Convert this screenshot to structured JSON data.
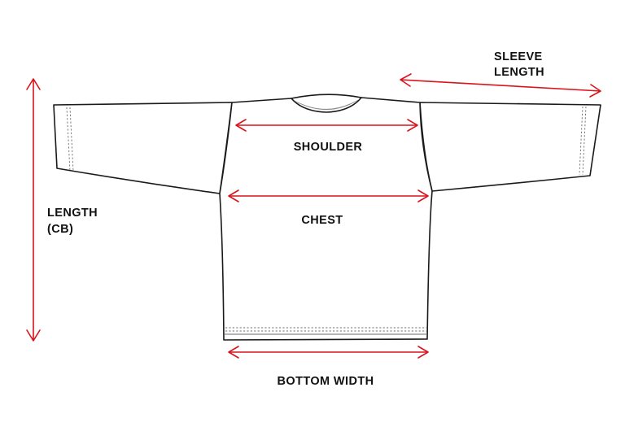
{
  "labels": {
    "sleeve_length_line1": "SLEEVE",
    "sleeve_length_line2": "LENGTH",
    "shoulder": "SHOULDER",
    "chest": "CHEST",
    "length_line1": "LENGTH",
    "length_line2": "(CB)",
    "bottom_width": "BOTTOM WIDTH"
  },
  "colors": {
    "measurement_arrow": "#d9141c",
    "outline": "#1a1a1a",
    "label_text": "#111111"
  }
}
